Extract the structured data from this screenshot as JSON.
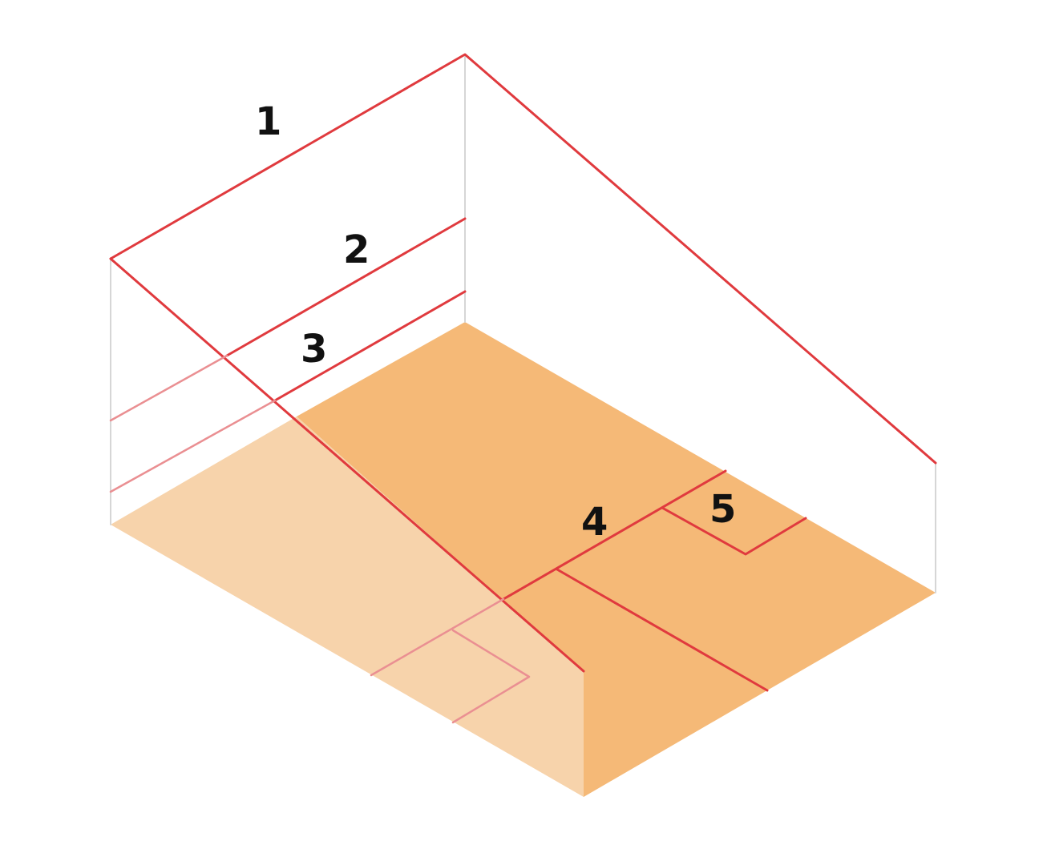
{
  "colors": {
    "floor": "#f5b977",
    "floor_faded": "#f7d3ab",
    "line": "#e03a3e",
    "line_faded": "#ea8f92",
    "wall_edge": "#d6d6d6",
    "label": "#111111"
  },
  "labels": {
    "one": "1",
    "two": "2",
    "three": "3",
    "four": "4",
    "five": "5"
  }
}
